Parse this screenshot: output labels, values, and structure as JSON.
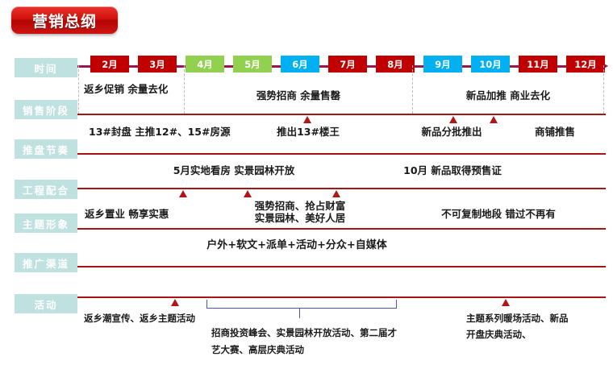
{
  "title": {
    "text": "营销总纲",
    "badge_color": "#c00000"
  },
  "colors": {
    "month_red": "#c00000",
    "month_green": "#92d050",
    "month_blue": "#00b0f0",
    "axis": "#9b1550",
    "rule": "#a61414",
    "label_bg": "#bfe1e0",
    "bracket": "#4a57a8",
    "marker": "#b01616"
  },
  "rows": [
    {
      "label": "时间"
    },
    {
      "label": "销售阶段"
    },
    {
      "label": "推盘节奏"
    },
    {
      "label": "工程配合"
    },
    {
      "label": "主题形象"
    },
    {
      "label": "推广渠道"
    },
    {
      "label": "活动"
    }
  ],
  "timeline": {
    "months": [
      {
        "label": "2月",
        "color": "red"
      },
      {
        "label": "3月",
        "color": "red"
      },
      {
        "label": "4月",
        "color": "green"
      },
      {
        "label": "5月",
        "color": "green"
      },
      {
        "label": "6月",
        "color": "blue"
      },
      {
        "label": "7月",
        "color": "red"
      },
      {
        "label": "8月",
        "color": "red"
      },
      {
        "label": "9月",
        "color": "blue"
      },
      {
        "label": "10月",
        "color": "blue"
      },
      {
        "label": "11月",
        "color": "red"
      },
      {
        "label": "12月",
        "color": "red"
      }
    ]
  },
  "sales_stage": {
    "items": [
      "返乡促销 余量去化",
      "强势招商 余量售罄",
      "新品加推 商业去化"
    ]
  },
  "launch_rhythm": {
    "items": [
      "13#封盘 主推12#、15#房源",
      "推出13#楼王",
      "新品分批推出",
      "商铺推售"
    ]
  },
  "engineering": {
    "items": [
      "5月实地看房 实景园林开放",
      "10月 新品取得预售证"
    ]
  },
  "theme_image": {
    "items": [
      "返乡置业 畅享实惠",
      "强势招商、抢占财富\n实景园林、美好人居",
      "不可复制地段 错过不再有"
    ],
    "item2_line1": "强势招商、抢占财富",
    "item2_line2": "实景园林、美好人居"
  },
  "channels": {
    "text": "户外+软文+派单+活动+分众+自媒体"
  },
  "activities": {
    "left": "返乡潮宣传、返乡主题活动",
    "middle_line1": "招商投资峰会、实景园林开放活动、第二届才",
    "middle_line2": "艺大赛、高层庆典活动",
    "right_line1": "主题系列暖场活动、新品",
    "right_line2": "开盘庆典活动、"
  }
}
